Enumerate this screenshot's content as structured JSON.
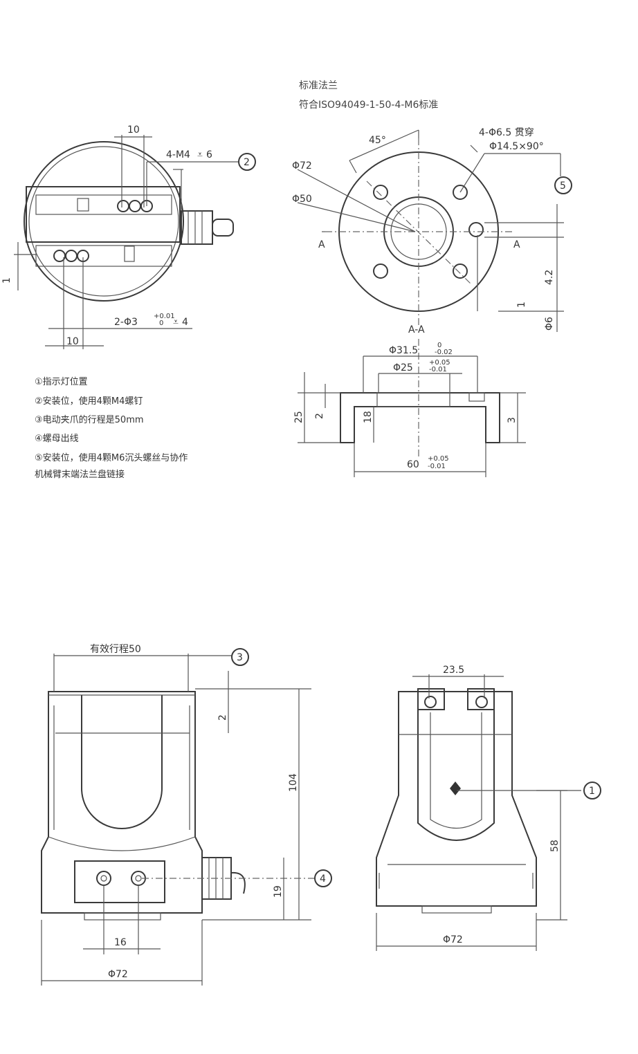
{
  "flange_title": "标准法兰",
  "flange_spec": "符合ISO94049-1-50-4-M6标准",
  "dims": {
    "top_10": "10",
    "bottom_10": "10",
    "m4_thread": "4-M4",
    "m4_depth": "6",
    "phi3_holes": "2-Φ3",
    "phi3_tol_up": "+0.01",
    "phi3_tol_dn": "0",
    "phi3_depth": "4",
    "left_1": "1",
    "angle_45": "45°",
    "phi72": "Φ72",
    "phi50": "Φ50",
    "thru_hole": "4-Φ6.5 贯穿",
    "csink": "Φ14.5×90°",
    "sec_a": "A",
    "right_42": "4.2",
    "right_1": "1",
    "right_phi6": "Φ6",
    "section_label": "A-A",
    "phi31_5": "Φ31.5",
    "phi31_5_tol_up": "0",
    "phi31_5_tol_dn": "-0.02",
    "phi25": "Φ25",
    "phi25_tol_up": "+0.05",
    "phi25_tol_dn": "-0.01",
    "sec_25": "25",
    "sec_2": "2",
    "sec_18": "18",
    "sec_3": "3",
    "sec_60": "60",
    "sec_60_tol_up": "+0.05",
    "sec_60_tol_dn": "-0.01",
    "stroke_50": "有效行程50",
    "front_2": "2",
    "front_104": "104",
    "front_19": "19",
    "front_16": "16",
    "front_phi72": "Φ72",
    "side_23_5": "23.5",
    "side_58": "58",
    "side_phi72": "Φ72"
  },
  "callouts": [
    "2",
    "5",
    "3",
    "4",
    "1"
  ],
  "notes": [
    "①指示灯位置",
    "②安装位，使用4颗M4螺钉",
    "③电动夹爪的行程是50mm",
    "④螺母出线",
    "⑤安装位，使用4颗M6沉头螺丝与协作",
    "机械臂末端法兰盘链接"
  ]
}
